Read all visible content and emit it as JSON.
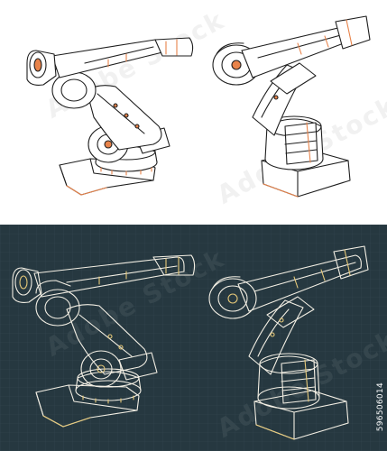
{
  "image": {
    "stock_id": "596506014",
    "watermark_text": "Adobe Stock",
    "colors": {
      "light_background": "#ffffff",
      "light_line": "#1f1f1f",
      "light_accent": "#e8834a",
      "dark_background": "#263840",
      "dark_grid": "#34474f",
      "dark_line": "#f3efe4",
      "dark_accent": "#e6c979"
    },
    "panels": [
      {
        "id": "top",
        "style": "line-art on white with orange accents",
        "robots": 2
      },
      {
        "id": "bottom",
        "style": "blueprint line-art on dark slate with gold accents",
        "robots": 2
      }
    ]
  }
}
